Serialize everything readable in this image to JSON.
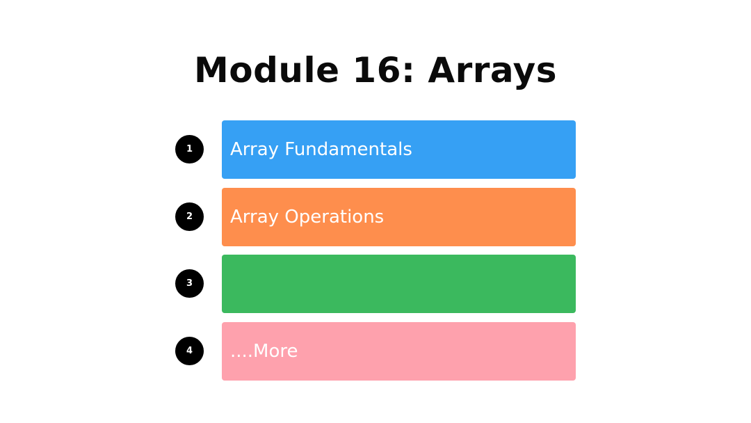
{
  "title": "Module 16: Arrays",
  "items": [
    {
      "number": "1",
      "label": "Array Fundamentals",
      "color": "#36a0f4"
    },
    {
      "number": "2",
      "label": "Array Operations",
      "color": "#fe8e4d"
    },
    {
      "number": "3",
      "label": "",
      "color": "#3bb95e"
    },
    {
      "number": "4",
      "label": "....More",
      "color": "#fea1ad"
    }
  ]
}
